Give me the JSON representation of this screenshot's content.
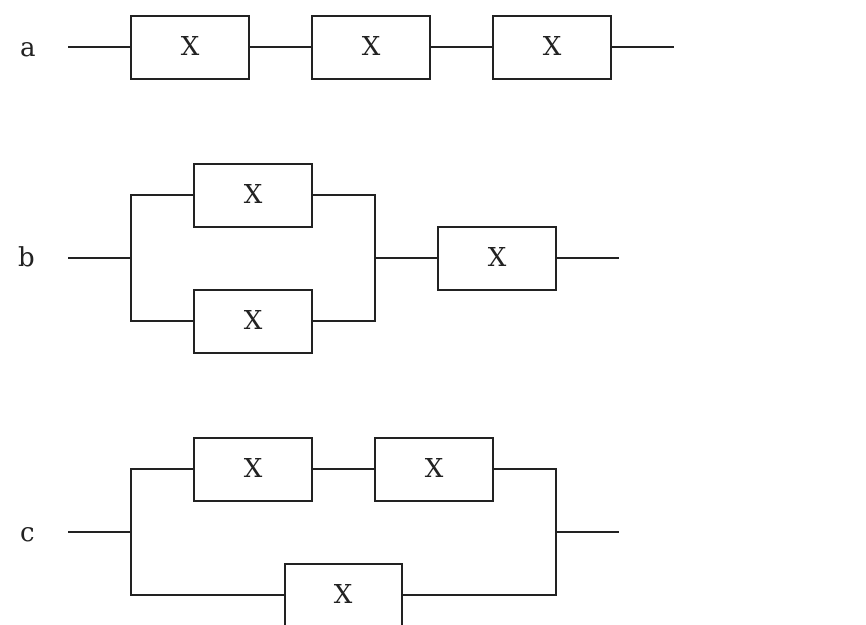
{
  "diagrams": [
    {
      "label": "a",
      "blocks": [
        "X",
        "X",
        "X"
      ]
    },
    {
      "label": "b",
      "blocks": [
        "X",
        "X",
        "X"
      ]
    },
    {
      "label": "c",
      "blocks": [
        "X",
        "X",
        "X"
      ]
    }
  ]
}
